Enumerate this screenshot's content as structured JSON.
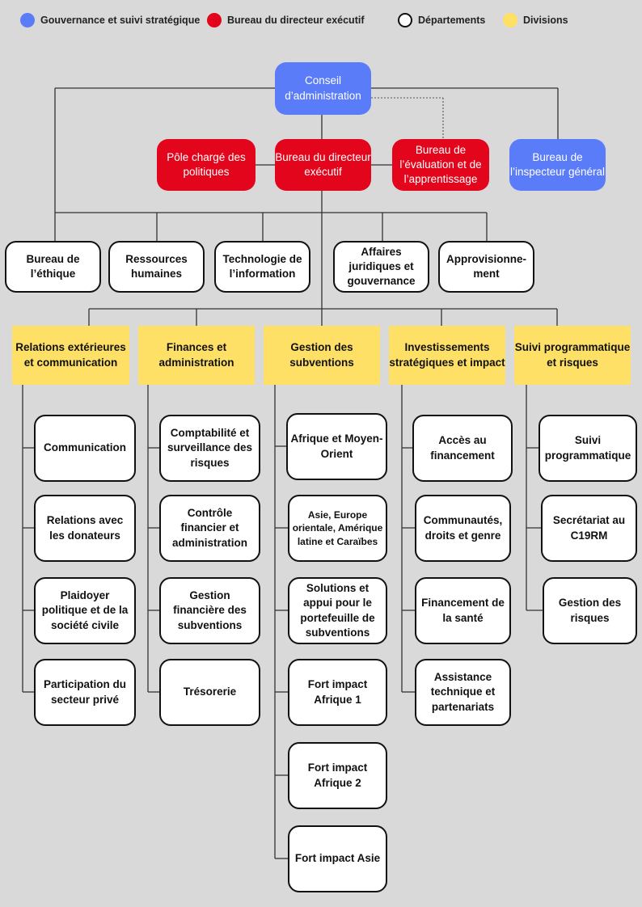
{
  "legend": {
    "governance": "Gouvernance et suivi stratégique",
    "executive": "Bureau du directeur exécutif",
    "departments": "Départements",
    "divisions": "Divisions"
  },
  "colors": {
    "governance": "#5b7cf9",
    "executive": "#e3051b",
    "division": "#ffe066",
    "department": "#ffffff",
    "background": "#d9d9d9"
  },
  "governance": {
    "board": "Conseil d’administration",
    "inspector": "Bureau de l’inspecteur général"
  },
  "executive": {
    "policy": "Pôle chargé des politiques",
    "director": "Bureau du directeur exécutif",
    "evaluation": "Bureau de l’évaluation et de l’apprentissage"
  },
  "departments": [
    "Bureau de l’éthique",
    "Ressources humaines",
    "Technologie de l’information",
    "Affaires juridiques et gouvernance",
    "Approvisionne-ment"
  ],
  "divisions": [
    {
      "name": "Relations extérieures et communication",
      "units": [
        "Communication",
        "Relations avec les donateurs",
        "Plaidoyer politique et de la société civile",
        "Participation du secteur privé"
      ]
    },
    {
      "name": "Finances et administration",
      "units": [
        "Comptabilité et surveillance des risques",
        "Contrôle financier et administration",
        "Gestion financière des subventions",
        "Trésorerie"
      ]
    },
    {
      "name": "Gestion des subventions",
      "units": [
        "Afrique et Moyen-Orient",
        "Asie, Europe orientale, Amérique latine et Caraïbes",
        "Solutions et appui pour le portefeuille de subventions",
        "Fort impact Afrique 1",
        "Fort impact Afrique 2",
        "Fort impact Asie"
      ]
    },
    {
      "name": "Investissements stratégiques et impact",
      "units": [
        "Accès au financement",
        "Communautés, droits et genre",
        "Financement de la santé",
        "Assistance technique et partenariats"
      ]
    },
    {
      "name": "Suivi programmatique et risques",
      "units": [
        "Suivi programmatique",
        "Secrétariat au C19RM",
        "Gestion des risques"
      ]
    }
  ]
}
